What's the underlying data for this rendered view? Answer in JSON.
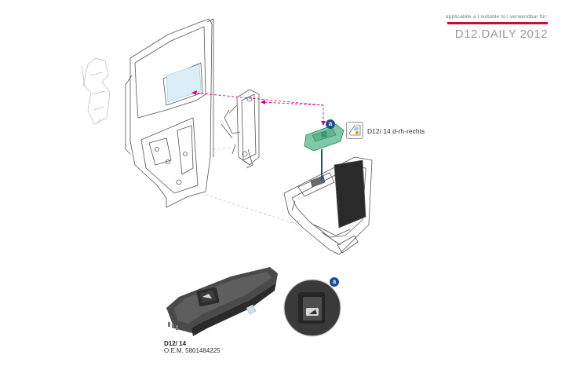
{
  "header": {
    "applicable": "applicabile a l suitable to l verwendbar für:",
    "model": "D12.DAILY 2012"
  },
  "callout": {
    "badge": "a",
    "label": "D12/ 14 d-rh-rechts"
  },
  "detail": {
    "badge": "a"
  },
  "part": {
    "code": "D12/ 14",
    "oem": "O.E.M. 5801484225"
  },
  "colors": {
    "accent_red": "#c8102e",
    "badge_blue": "#1f4e8c",
    "highlight_green": "#7fc9a8",
    "leader_magenta": "#d6007e"
  }
}
